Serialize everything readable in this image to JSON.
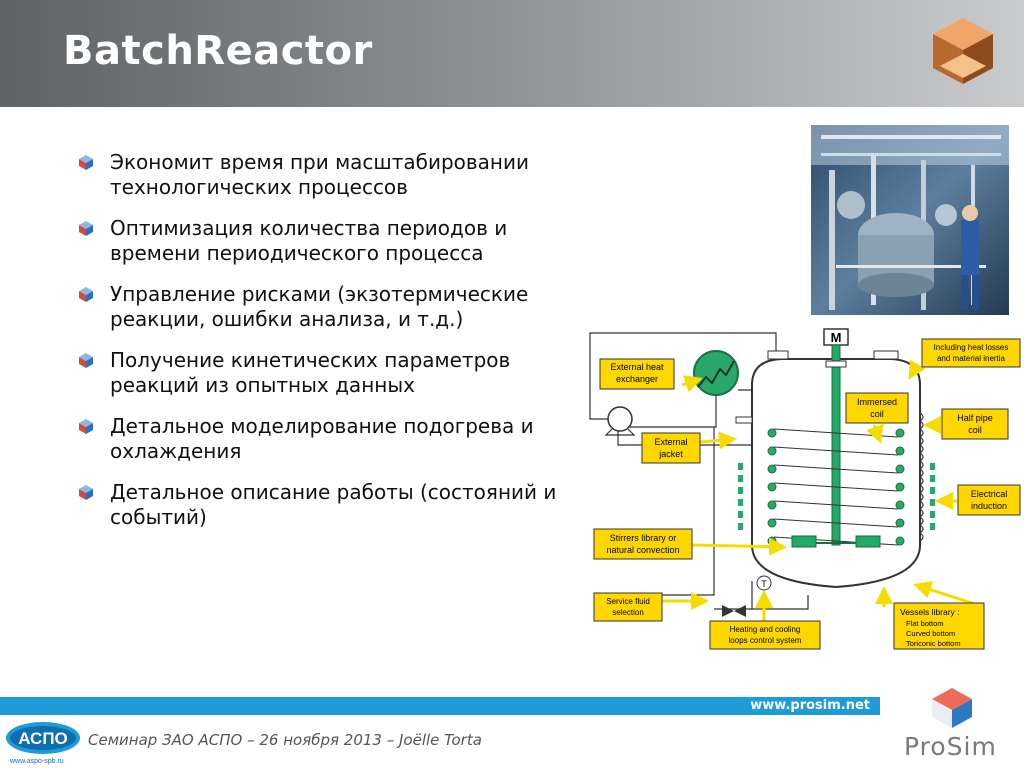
{
  "header": {
    "title": "BatchReactor"
  },
  "bullets": [
    "Экономит время при масштабировании технологических процессов",
    "Оптимизация количества периодов и времени периодического процесса",
    "Управление рисками (экзотермические реакции, ошибки анализа, и т.д.)",
    "Получение кинетических параметров реакций из опытных данных",
    "Детальное моделирование подогрева и охлаждения",
    "Детальное описание работы (состояний и событий)"
  ],
  "diagram": {
    "motor": "M",
    "temp": "T",
    "labels": {
      "ext_heat_1": "External heat",
      "ext_heat_2": "exchanger",
      "ext_jacket_1": "External",
      "ext_jacket_2": "jacket",
      "immersed_1": "Immersed",
      "immersed_2": "coil",
      "heat_losses_1": "Including heat losses",
      "heat_losses_2": "and material inertia",
      "half_pipe_1": "Half pipe",
      "half_pipe_2": "coil",
      "electrical_1": "Electrical",
      "electrical_2": "induction",
      "stirrers_1": "Stirrers library or",
      "stirrers_2": "natural convection",
      "service_1": "Service fluid",
      "service_2": "selection",
      "heating_1": "Heating and cooling",
      "heating_2": "loops control system",
      "vessels_title": "Vessels library :",
      "vessels_1": "Flat bottom",
      "vessels_2": "Curved bottom",
      "vessels_3": "Toriconic bottom"
    }
  },
  "footer": {
    "url": "www.prosim.net",
    "seminar": "Семинар ЗАО АСПО – 26 ноября 2013 – Joëlle Torta",
    "aspo": "АСПО",
    "aspo_url": "www.aspo-spb.ru",
    "prosim": "ProSim"
  },
  "colors": {
    "accent_blue": "#1f9bd7",
    "cube_orange": "#c8763a",
    "label_yellow": "#ffd700",
    "arrow_yellow": "#f5dc00",
    "reactor_green": "#22aa66"
  }
}
